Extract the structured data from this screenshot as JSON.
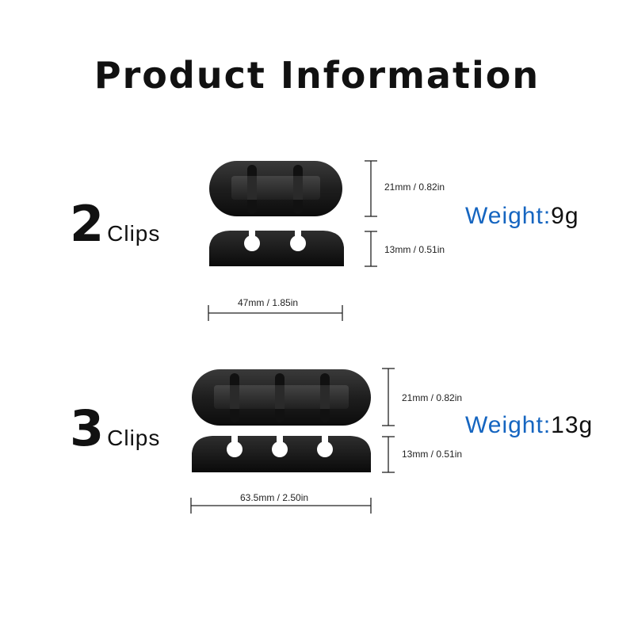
{
  "title": "Product Information",
  "products": [
    {
      "count": "2",
      "unit": "Clips",
      "weight_label": "Weight:",
      "weight_value": "9g",
      "height_top": "21mm / 0.82in",
      "height_bottom": "13mm / 0.51in",
      "length": "47mm / 1.85in"
    },
    {
      "count": "3",
      "unit": "Clips",
      "weight_label": "Weight:",
      "weight_value": "13g",
      "height_top": "21mm / 0.82in",
      "height_bottom": "13mm / 0.51in",
      "length": "63.5mm / 2.50in"
    }
  ],
  "colors": {
    "accent": "#1565c0",
    "clip": "#1c1c1c",
    "text": "#111111"
  }
}
